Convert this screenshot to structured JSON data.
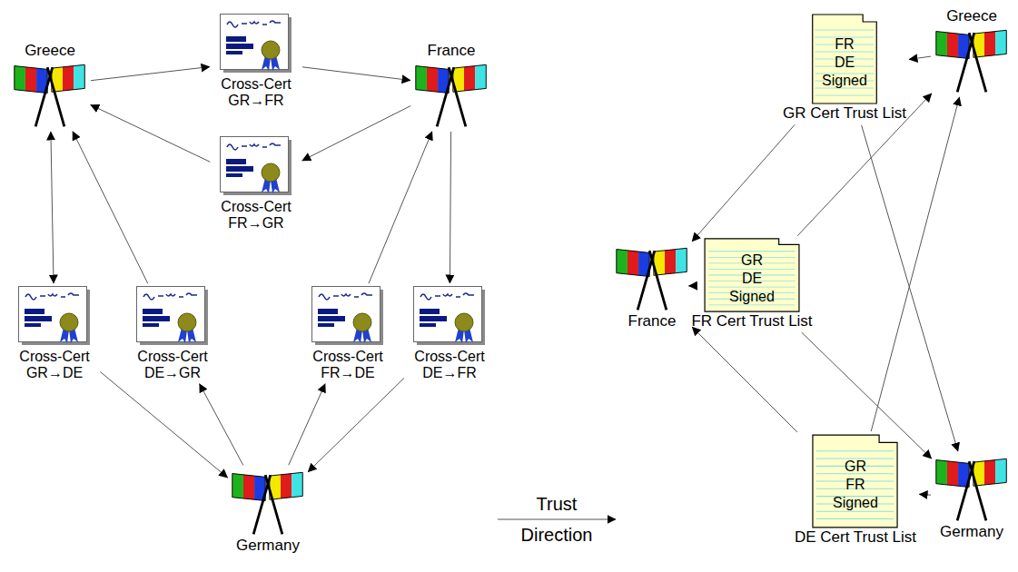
{
  "diagram": {
    "nodes": [
      {
        "text": [
          "Greece"
        ]
      },
      {
        "text": [
          "Cross-Cert GR→FR"
        ]
      },
      {
        "text": [
          "France"
        ]
      },
      {
        "text": [
          "Cross-Cert FR→GR"
        ]
      },
      {
        "text": [
          "Cross-Cert GR→DE"
        ]
      },
      {
        "text": [
          "Cross-Cert DE→GR"
        ]
      },
      {
        "text": [
          "Cross-Cert FR→DE"
        ]
      },
      {
        "text": [
          "Cross-Cert DE→FR"
        ]
      },
      {
        "text": [
          "Germany"
        ]
      },
      {
        "text": [
          "FR DE Signed",
          "GR Cert Trust List"
        ]
      },
      {
        "text": [
          "Greece"
        ]
      },
      {
        "text": [
          "France"
        ]
      },
      {
        "text": [
          "GR DE Signed",
          "FR Cert Trust List"
        ]
      },
      {
        "text": [
          "GR FR Signed",
          "DE Cert Trust List"
        ]
      },
      {
        "text": [
          "Germany"
        ]
      }
    ],
    "edges": [
      {
        "from": 0,
        "to": 1,
        "arrow": "to"
      },
      {
        "from": 1,
        "to": 2,
        "arrow": "to"
      },
      {
        "from": 2,
        "to": 3,
        "arrow": "to"
      },
      {
        "from": 3,
        "to": 0,
        "arrow": "to"
      },
      {
        "from": 0,
        "to": 4,
        "arrow": "both"
      },
      {
        "from": 4,
        "to": 8,
        "arrow": "to"
      },
      {
        "from": 8,
        "to": 5,
        "arrow": "to"
      },
      {
        "from": 5,
        "to": 0,
        "arrow": "to"
      },
      {
        "from": 8,
        "to": 6,
        "arrow": "to"
      },
      {
        "from": 6,
        "to": 2,
        "arrow": "to"
      },
      {
        "from": 2,
        "to": 7,
        "arrow": "to"
      },
      {
        "from": 7,
        "to": 8,
        "arrow": "to"
      },
      {
        "from": 10,
        "to": 9,
        "arrow": "to"
      },
      {
        "from": 9,
        "to": 11,
        "arrow": "to"
      },
      {
        "from": 9,
        "to": 14,
        "arrow": "to"
      },
      {
        "from": 11,
        "to": 12,
        "arrow": "to"
      },
      {
        "from": 12,
        "to": 10,
        "arrow": "to"
      },
      {
        "from": 12,
        "to": 14,
        "arrow": "to"
      },
      {
        "from": 14,
        "to": 13,
        "arrow": "to"
      },
      {
        "from": 13,
        "to": 10,
        "arrow": "to"
      },
      {
        "from": 13,
        "to": 11,
        "arrow": "to"
      }
    ],
    "legend": [
      {
        "text": "Trust Direction"
      }
    ]
  }
}
